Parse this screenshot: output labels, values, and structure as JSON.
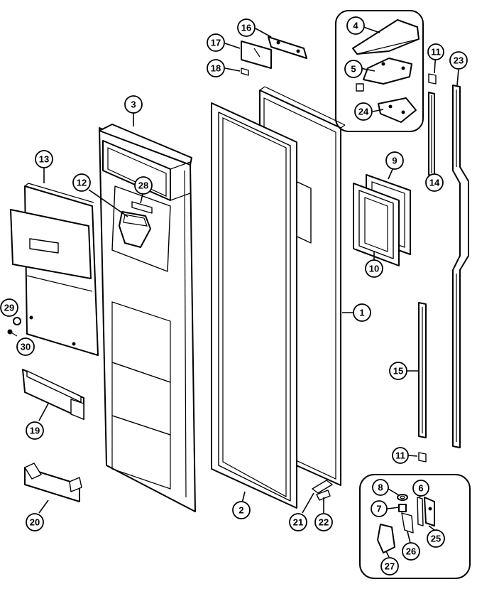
{
  "callouts": [
    {
      "id": "c1",
      "label": "1"
    },
    {
      "id": "c2",
      "label": "2"
    },
    {
      "id": "c3",
      "label": "3"
    },
    {
      "id": "c4",
      "label": "4"
    },
    {
      "id": "c5",
      "label": "5"
    },
    {
      "id": "c6",
      "label": "6"
    },
    {
      "id": "c7",
      "label": "7"
    },
    {
      "id": "c8",
      "label": "8"
    },
    {
      "id": "c9",
      "label": "9"
    },
    {
      "id": "c10",
      "label": "10"
    },
    {
      "id": "c11a",
      "label": "11"
    },
    {
      "id": "c11b",
      "label": "11"
    },
    {
      "id": "c12",
      "label": "12"
    },
    {
      "id": "c13",
      "label": "13"
    },
    {
      "id": "c14",
      "label": "14"
    },
    {
      "id": "c15",
      "label": "15"
    },
    {
      "id": "c16",
      "label": "16"
    },
    {
      "id": "c17",
      "label": "17"
    },
    {
      "id": "c18",
      "label": "18"
    },
    {
      "id": "c19",
      "label": "19"
    },
    {
      "id": "c20",
      "label": "20"
    },
    {
      "id": "c21",
      "label": "21"
    },
    {
      "id": "c22",
      "label": "22"
    },
    {
      "id": "c23",
      "label": "23"
    },
    {
      "id": "c24",
      "label": "24"
    },
    {
      "id": "c25",
      "label": "25"
    },
    {
      "id": "c26",
      "label": "26"
    },
    {
      "id": "c27",
      "label": "27"
    },
    {
      "id": "c28",
      "label": "28"
    },
    {
      "id": "c29",
      "label": "29"
    },
    {
      "id": "c30",
      "label": "30"
    }
  ]
}
